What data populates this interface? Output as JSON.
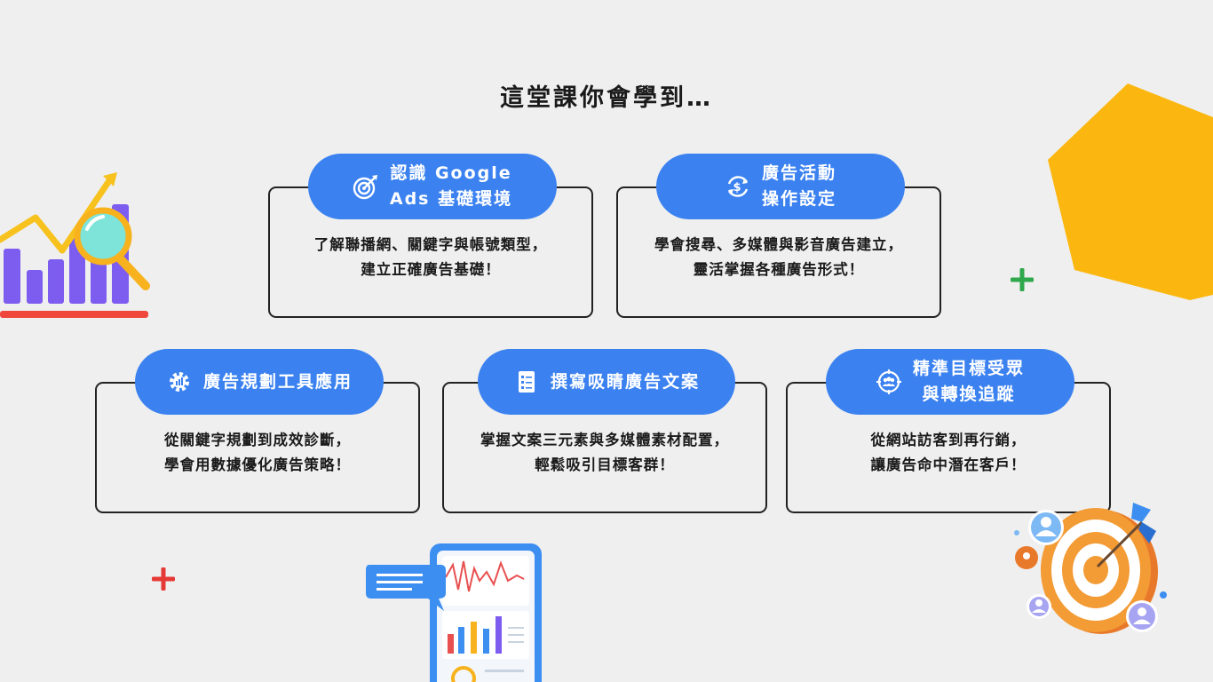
{
  "title": "這堂課你會學到…",
  "cards": [
    {
      "title_line1": "認識 Google",
      "title_line2": "Ads 基礎環境",
      "icon": "target-icon",
      "desc_line1": "了解聯播網、關鍵字與帳號類型，",
      "desc_line2": "建立正確廣告基礎！"
    },
    {
      "title_line1": "廣告活動",
      "title_line2": "操作設定",
      "icon": "dollar-cycle-icon",
      "desc_line1": "學會搜尋、多媒體與影音廣告建立，",
      "desc_line2": "靈活掌握各種廣告形式！"
    },
    {
      "title_line1": "廣告規劃工具應用",
      "title_line2": "",
      "icon": "gear-chart-icon",
      "desc_line1": "從關鍵字規劃到成效診斷，",
      "desc_line2": "學會用數據優化廣告策略！"
    },
    {
      "title_line1": "撰寫吸睛廣告文案",
      "title_line2": "",
      "icon": "document-icon",
      "desc_line1": "掌握文案三元素與多媒體素材配置，",
      "desc_line2": "輕鬆吸引目標客群！"
    },
    {
      "title_line1": "精準目標受眾",
      "title_line2": "與轉換追蹤",
      "icon": "audience-target-icon",
      "desc_line1": "從網站訪客到再行銷，",
      "desc_line2": "讓廣告命中潛在客戶！"
    }
  ],
  "colors": {
    "accent": "#3b82f0",
    "hexagon": "#fbb70f",
    "plus_green": "#2ea84a",
    "plus_red": "#e53935"
  }
}
